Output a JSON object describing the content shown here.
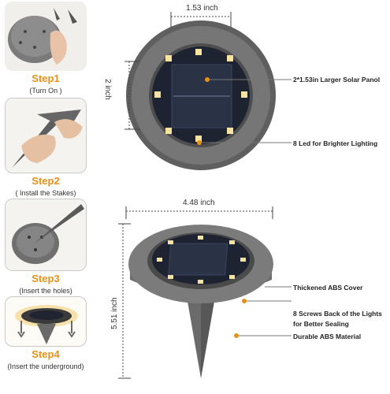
{
  "steps": [
    {
      "title": "Step1",
      "subtitle": "(Turn On )"
    },
    {
      "title": "Step2",
      "subtitle": "( Install the Stakes)"
    },
    {
      "title": "Step3",
      "subtitle": "(Insert the holes)"
    },
    {
      "title": "Step4",
      "subtitle": "(Insert the underground)"
    }
  ],
  "dimensions": {
    "panel_width": "1.53 inch",
    "panel_height": "2 inch",
    "diameter": "4.48 inch",
    "total_height": "5.51 inch"
  },
  "callouts": {
    "solar_panel": "2*1.53in Larger Solar Panol",
    "led": "8 Led for Brighter Lighting",
    "cover": "Thickened ABS Cover",
    "screws_line1": "8 Screws Back of the Lights",
    "screws_line2": "for Better Sealing",
    "material": "Durable ABS Material"
  },
  "colors": {
    "accent": "#e8901a",
    "body": "#6e6e6e",
    "panel": "#1e2434"
  }
}
